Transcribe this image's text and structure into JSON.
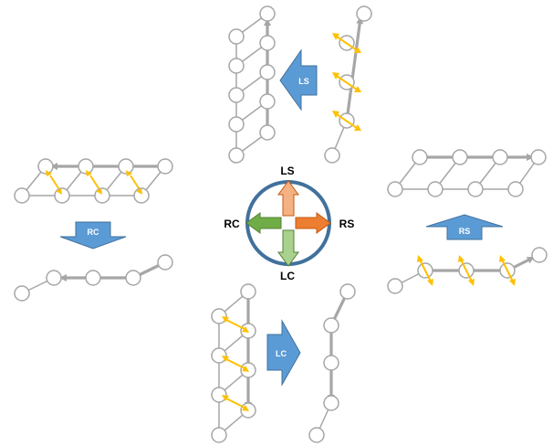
{
  "center": {
    "top": "LS",
    "right": "RS",
    "bottom": "LC",
    "left": "RC"
  },
  "blocks": {
    "top": "LS",
    "right": "RS",
    "bottom": "LC",
    "left": "RC"
  },
  "colors": {
    "ring": "#41719c",
    "ls_arrow": "#f4b183",
    "rs_arrow": "#ed7d31",
    "lc_arrow": "#a9d18e",
    "rc_arrow": "#70ad47",
    "block_fill": "#5b9bd5",
    "block_stroke": "#41719c",
    "lattice": "#a6a6a6",
    "marker": "#ffc000"
  }
}
